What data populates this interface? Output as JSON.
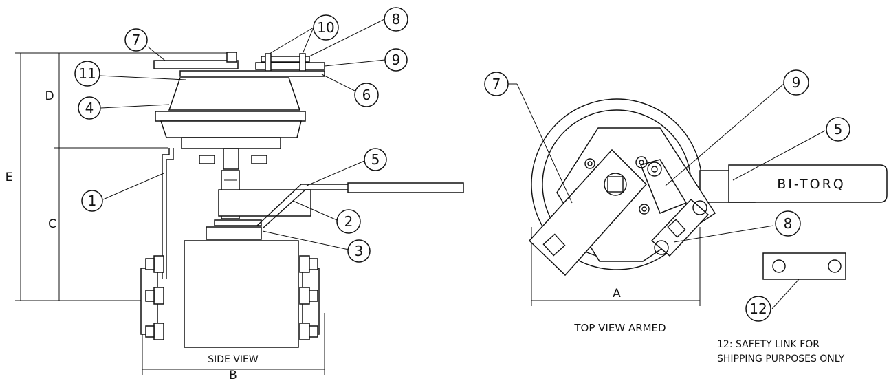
{
  "part_labels": {
    "p1": "1",
    "p2": "2",
    "p3": "3",
    "p4": "4",
    "p5": "5",
    "p6": "6",
    "p7": "7",
    "p8": "8",
    "p9": "9",
    "p10": "10",
    "p11": "11",
    "p12": "12"
  },
  "dimension_labels": {
    "a": "A",
    "b": "B",
    "c": "C",
    "d": "D",
    "e": "E"
  },
  "captions": {
    "side_view": "SIDE VIEW",
    "top_view": "TOP VIEW ARMED",
    "note_line1": "12: SAFETY LINK FOR",
    "note_line2": "SHIPPING PURPOSES ONLY"
  },
  "handle_brand": "BI-TORQ"
}
